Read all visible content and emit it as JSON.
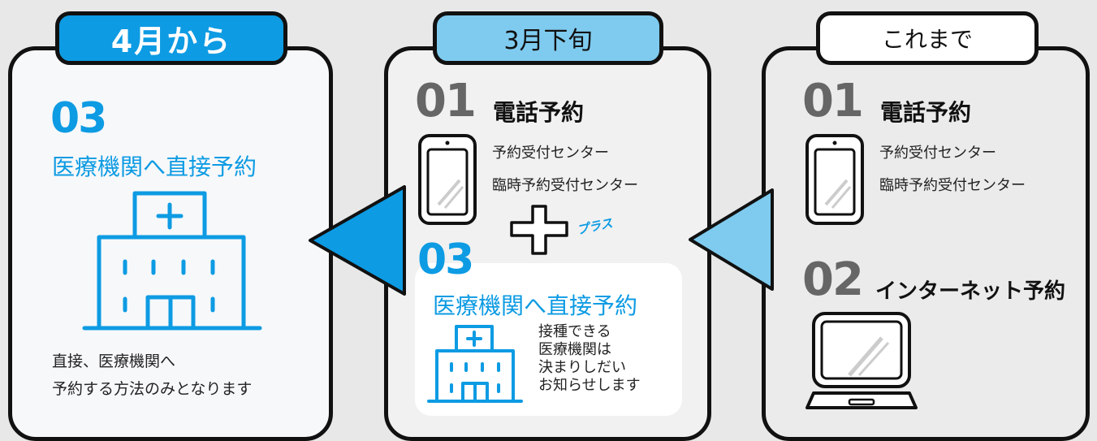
{
  "colors": {
    "accent": "#0d9be3",
    "accent_light": "#7fcbef",
    "number_gray": "#666666"
  },
  "panels": {
    "left": {
      "tab_label": "4月から",
      "number": "03",
      "heading": "医療機関へ直接予約",
      "description": [
        "直接、医療機関へ",
        "予約する方法のみとなります"
      ],
      "icon": "hospital-icon"
    },
    "middle": {
      "tab_label": "3月下旬",
      "section1": {
        "number": "01",
        "heading": "電話予約",
        "lines": [
          "予約受付センター",
          "臨時予約受付センター"
        ],
        "icon": "smartphone-icon"
      },
      "plus_label": "プラス",
      "section2": {
        "number": "03",
        "heading": "医療機関へ直接予約",
        "lines": [
          "接種できる",
          "医療機関は",
          "決まりしだい",
          "お知らせします"
        ],
        "icon": "hospital-icon"
      }
    },
    "right": {
      "tab_label": "これまで",
      "section1": {
        "number": "01",
        "heading": "電話予約",
        "lines": [
          "予約受付センター",
          "臨時予約受付センター"
        ],
        "icon": "smartphone-icon"
      },
      "section2": {
        "number": "02",
        "heading": "インターネット予約",
        "icon": "laptop-icon"
      }
    }
  }
}
